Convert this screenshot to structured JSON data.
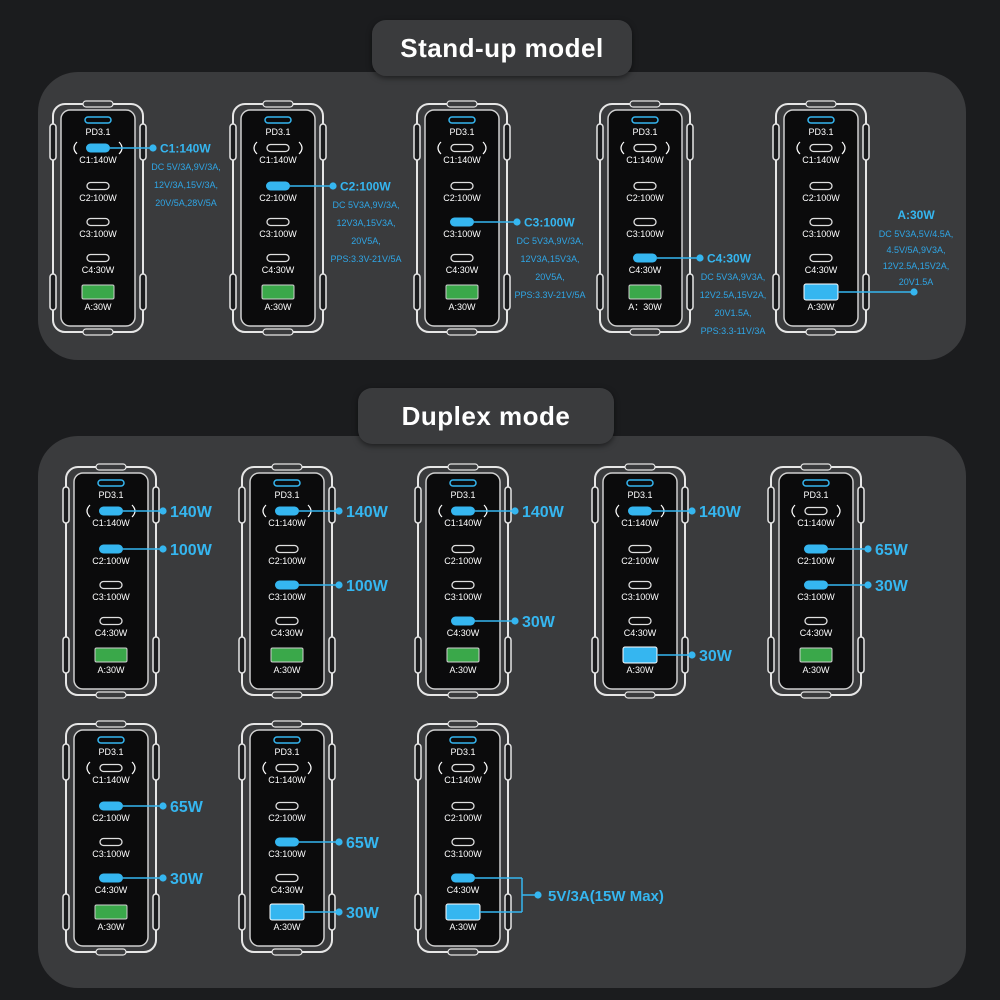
{
  "sections": {
    "standup": {
      "title": "Stand-up model"
    },
    "duplex": {
      "title": "Duplex mode"
    }
  },
  "port_labels": {
    "pd": "PD3.1",
    "c1": "C1:140W",
    "c2": "C2:100W",
    "c3": "C3:100W",
    "c4": "C4:30W",
    "a": "A:30W",
    "a_alt": "A：30W"
  },
  "colors": {
    "active_port": "#35b6f0",
    "usb_a_default": "#3aa84a",
    "callout_text": "#35b6f0",
    "spec_text": "#2fa6e6",
    "background": "#1b1c1e",
    "panel": "#3a3b3d"
  },
  "standup_units": [
    {
      "active": "c1",
      "a_label": "A:30W",
      "callout_title": "C1:140W",
      "callout_lines": [
        "DC 5V/3A,9V/3A,",
        "12V/3A,15V/3A,",
        "20V/5A,28V/5A"
      ]
    },
    {
      "active": "c2",
      "a_label": "A:30W",
      "callout_title": "C2:100W",
      "callout_lines": [
        "DC 5V3A,9V/3A,",
        "12V3A,15V3A,",
        "20V5A,",
        "PPS:3.3V-21V/5A"
      ]
    },
    {
      "active": "c3",
      "a_label": "A:30W",
      "callout_title": "C3:100W",
      "callout_lines": [
        "DC 5V3A,9V/3A,",
        "12V3A,15V3A,",
        "20V5A,",
        "PPS:3.3V-21V/5A"
      ]
    },
    {
      "active": "c4",
      "a_label": "A：30W",
      "callout_title": "C4:30W",
      "callout_lines": [
        "DC 5V3A,9V3A,",
        "12V2.5A,15V2A,",
        "20V1.5A,",
        "PPS:3.3-11V/3A"
      ]
    },
    {
      "active": "a",
      "a_label": "A:30W",
      "callout_title": "A:30W",
      "callout_lines": [
        "DC 5V3A,5V/4.5A,",
        "4.5V/5A,9V3A,",
        "12V2.5A,15V2A,",
        "20V1.5A"
      ]
    }
  ],
  "duplex_units": [
    {
      "active": [
        "c1",
        "c2"
      ],
      "callouts": [
        {
          "port": "c1",
          "text": "140W"
        },
        {
          "port": "c2",
          "text": "100W"
        }
      ]
    },
    {
      "active": [
        "c1",
        "c3"
      ],
      "callouts": [
        {
          "port": "c1",
          "text": "140W"
        },
        {
          "port": "c3",
          "text": "100W"
        }
      ]
    },
    {
      "active": [
        "c1",
        "c4"
      ],
      "callouts": [
        {
          "port": "c1",
          "text": "140W"
        },
        {
          "port": "c4",
          "text": "30W"
        }
      ]
    },
    {
      "active": [
        "c1",
        "a"
      ],
      "callouts": [
        {
          "port": "c1",
          "text": "140W"
        },
        {
          "port": "a",
          "text": "30W"
        }
      ]
    },
    {
      "active": [
        "c2",
        "c3"
      ],
      "callouts": [
        {
          "port": "c2",
          "text": "65W"
        },
        {
          "port": "c3",
          "text": "30W"
        }
      ]
    },
    {
      "active": [
        "c2",
        "c4"
      ],
      "callouts": [
        {
          "port": "c2",
          "text": "65W"
        },
        {
          "port": "c4",
          "text": "30W"
        }
      ]
    },
    {
      "active": [
        "c3",
        "a"
      ],
      "callouts": [
        {
          "port": "c3",
          "text": "65W"
        },
        {
          "port": "a",
          "text": "30W"
        }
      ]
    },
    {
      "active": [
        "c4",
        "a"
      ],
      "callouts": [
        {
          "port": "combined",
          "text": "5V/3A(15W Max)"
        }
      ]
    }
  ]
}
